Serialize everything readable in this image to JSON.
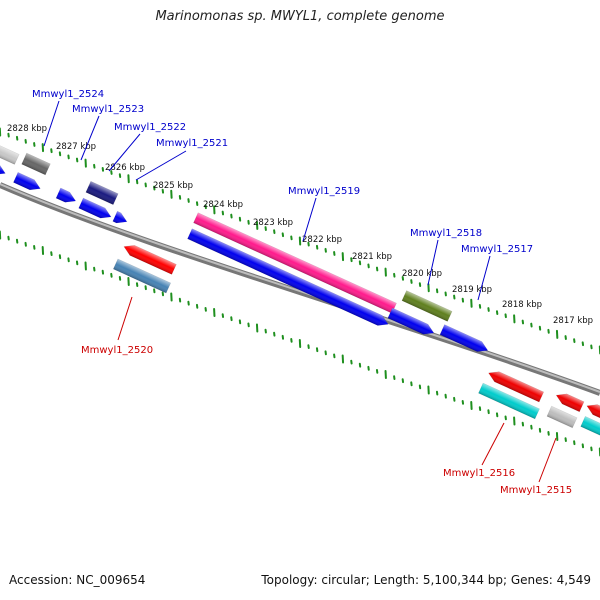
{
  "title": "Marinomonas sp. MWYL1, complete genome",
  "accession_text": "Accession: NC_009654",
  "stats_text": "Topology: circular; Length: 5,100,344 bp; Genes: 4,549",
  "colors": {
    "backbone": "#8a8a8a",
    "ticks": "#1e8f1e",
    "label_forward": "#0000cc",
    "label_reverse": "#cc0000"
  },
  "kbp_ticks": [
    "2828 kbp",
    "2827 kbp",
    "2826 kbp",
    "2825 kbp",
    "2824 kbp",
    "2823 kbp",
    "2822 kbp",
    "2821 kbp",
    "2820 kbp",
    "2819 kbp",
    "2818 kbp",
    "2817 kbp"
  ],
  "gene_labels": [
    {
      "text": "Mmwyl1_2524",
      "strand": "forward"
    },
    {
      "text": "Mmwyl1_2523",
      "strand": "forward"
    },
    {
      "text": "Mmwyl1_2522",
      "strand": "forward"
    },
    {
      "text": "Mmwyl1_2521",
      "strand": "forward"
    },
    {
      "text": "Mmwyl1_2519",
      "strand": "forward"
    },
    {
      "text": "Mmwyl1_2518",
      "strand": "forward"
    },
    {
      "text": "Mmwyl1_2517",
      "strand": "forward"
    },
    {
      "text": "Mmwyl1_2520",
      "strand": "reverse"
    },
    {
      "text": "Mmwyl1_2516",
      "strand": "reverse"
    },
    {
      "text": "Mmwyl1_2515",
      "strand": "reverse"
    }
  ]
}
